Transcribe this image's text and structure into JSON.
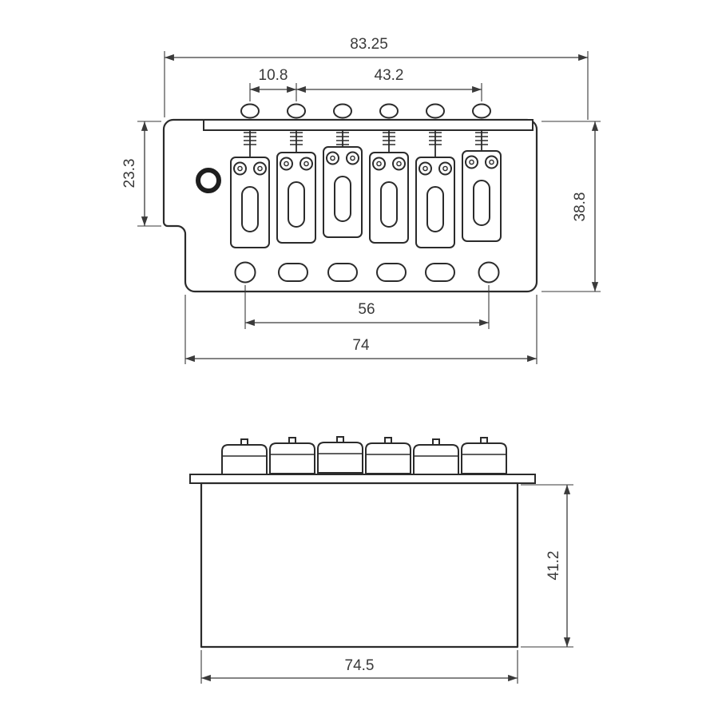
{
  "dimensions": {
    "top_view": {
      "overall_length": "83.25",
      "string_spacing": "10.8",
      "string_span": "43.2",
      "left_height": "23.3",
      "plate_depth": "38.8",
      "hole_span": "56",
      "plate_width": "74"
    },
    "side_view": {
      "block_height": "41.2",
      "base_width": "74.5"
    }
  },
  "colors": {
    "line": "#2b2b2b",
    "dimension": "#3a3a3a",
    "background": "#ffffff"
  }
}
